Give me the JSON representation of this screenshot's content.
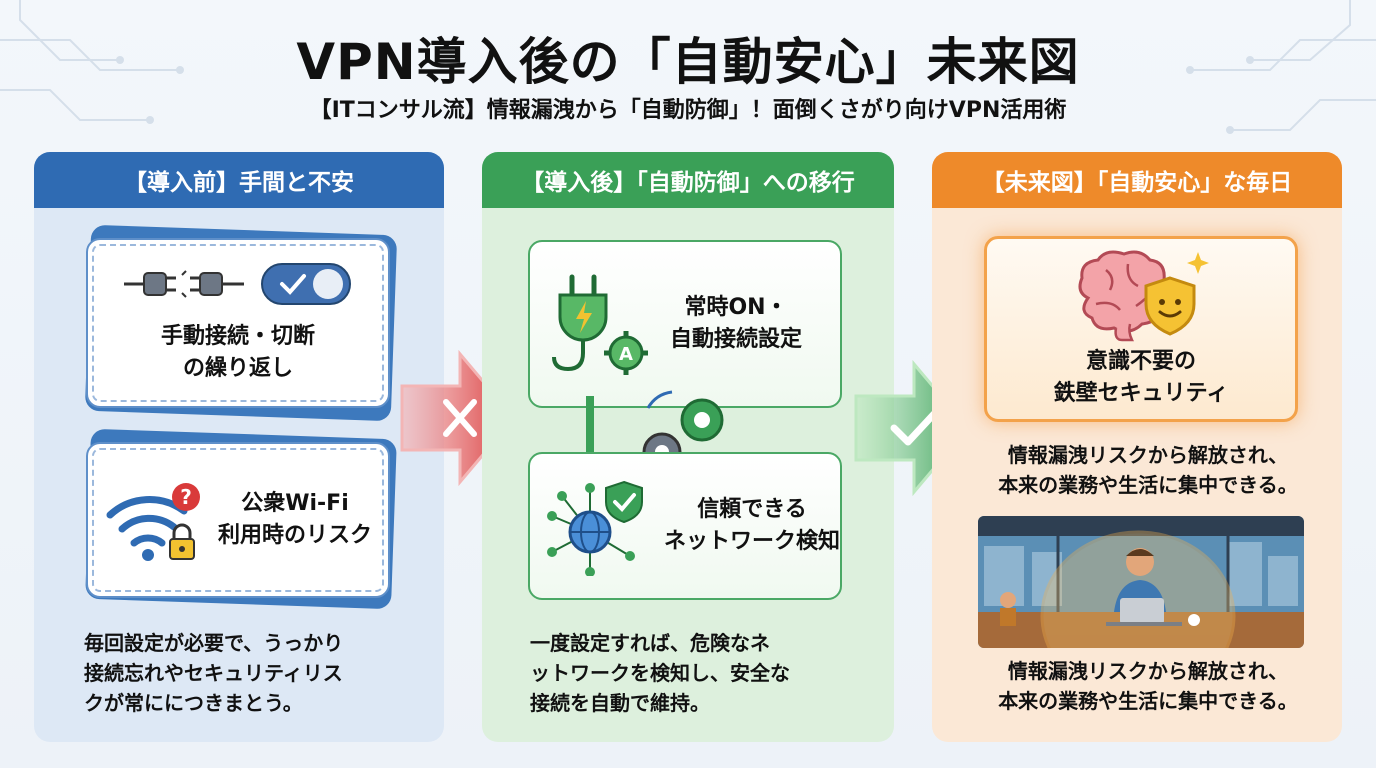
{
  "header": {
    "title": "VPN導入後の「自動安心」未来図",
    "subtitle": "【ITコンサル流】情報漏洩から「自動防御」！面倒くさがり向けVPN活用術"
  },
  "panels": [
    {
      "heading": "【導入前】手間と不安",
      "cards": [
        {
          "line1": "手動接続・切断",
          "line2": "の繰り返し"
        },
        {
          "line1": "公衆Wi-Fi",
          "line2": "利用時のリスク"
        }
      ],
      "desc": [
        "毎回設定が必要で、うっかり",
        "接続忘れやセキュリティリス",
        "クが常ににつきまとう。"
      ]
    },
    {
      "heading": "【導入後】「自動防御」への移行",
      "cards": [
        {
          "line1": "常時ON・",
          "line2": "自動接続設定"
        },
        {
          "line1": "信頼できる",
          "line2": "ネットワーク検知"
        }
      ],
      "desc": [
        "一度設定すれば、危険なネ",
        "ットワークを検知し、安全な",
        "接続を自動で維持。"
      ]
    },
    {
      "heading": "【未来図】「自動安心」な毎日",
      "cards": [
        {
          "line1": "意識不要の",
          "line2": "鉄壁セキュリティ"
        }
      ],
      "caption": [
        "情報漏洩リスクから解放され、",
        "本来の業務や生活に集中できる。"
      ],
      "desc": [
        "情報漏洩リスクから解放され、",
        "本来の業務や生活に集中できる。"
      ]
    }
  ],
  "colors": {
    "blue": "#2f6bb3",
    "green": "#3aa057",
    "orange": "#ee8a2a",
    "red": "#d93a3a"
  },
  "icons": {
    "p1_card1": [
      "plug-disconnect-icon",
      "toggle-switch-icon"
    ],
    "p1_card2": [
      "wifi-icon",
      "question-icon",
      "padlock-icon"
    ],
    "p2_card1": [
      "power-plug-icon",
      "gear-auto-icon"
    ],
    "p2_mid": [
      "gears-cycle-icon",
      "down-arrow-icon"
    ],
    "p2_card2": [
      "network-globe-icon",
      "shield-check-icon"
    ],
    "p3_card1": [
      "brain-icon",
      "smiling-shield-icon",
      "sparkle-icon"
    ],
    "arrows": [
      "red-x-arrow-icon",
      "green-check-arrow-icon"
    ]
  }
}
